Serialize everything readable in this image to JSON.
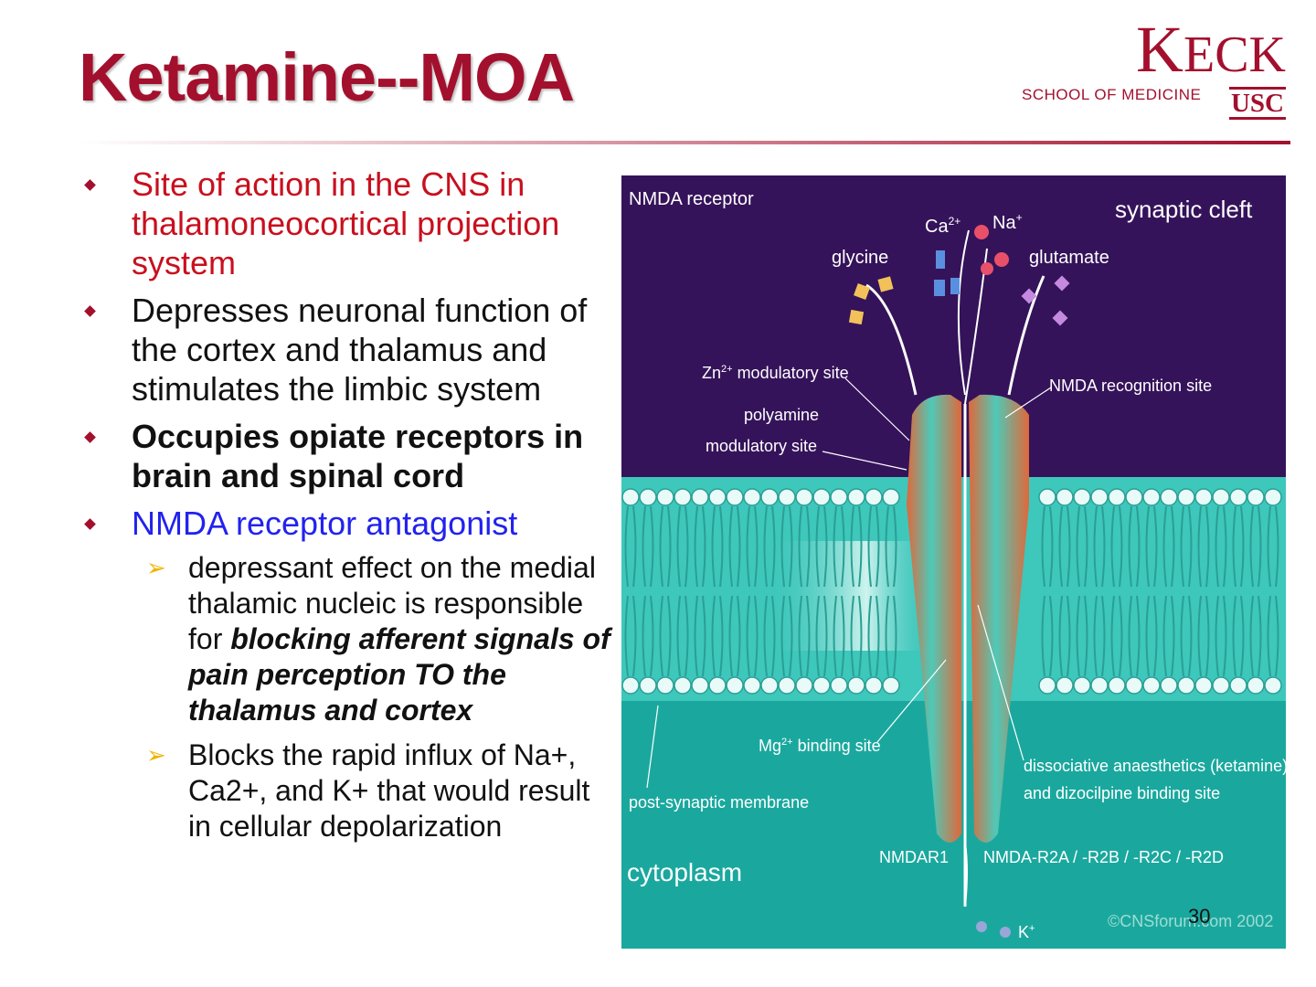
{
  "title": "Ketamine--MOA",
  "logo": {
    "name_first": "K",
    "name_rest": "ECK",
    "school": "SCHOOL OF MEDICINE",
    "usc": "USC"
  },
  "bullets": [
    {
      "text": "Site of action in the CNS in thalamoneocortical projection system",
      "color": "#c8101e"
    },
    {
      "text": "Depresses neuronal function of the cortex and thalamus and stimulates the limbic system",
      "color": "#111111"
    },
    {
      "text": "Occupies opiate receptors in brain and spinal cord",
      "color": "#111111"
    },
    {
      "text": "NMDA receptor antagonist",
      "color": "#2222ee"
    }
  ],
  "sub_bullets": {
    "first_plain": "depressant effect on the medial thalamic nucleic is responsible for ",
    "first_emphasis": "blocking afferent signals of pain perception TO the thalamus and cortex",
    "second": "Blocks the rapid influx of Na+, Ca2+, and K+ that would result in cellular depolarization"
  },
  "figure": {
    "nmda_receptor": "NMDA receptor",
    "synaptic_cleft": "synaptic cleft",
    "ca": "Ca",
    "ca_sup": "2+",
    "na": "Na",
    "na_sup": "+",
    "glycine": "glycine",
    "glutamate": "glutamate",
    "zn": "Zn",
    "zn_sup": "2+",
    "zn_rest": " modulatory site",
    "polyamine_1": "polyamine",
    "polyamine_2": "modulatory site",
    "nmda_recognition": "NMDA recognition site",
    "mg": "Mg",
    "mg_sup": "2+",
    "mg_rest": " binding site",
    "dissociative_1": "dissociative anaesthetics (ketamine)",
    "dissociative_2": "and dizocilpine binding site",
    "post_synaptic": "post-synaptic membrane",
    "cytoplasm": "cytoplasm",
    "nmdar1": "NMDAR1",
    "nmda_r2": "NMDA-R2A / -R2B / -R2C / -R2D",
    "k": "K",
    "k_sup": "+",
    "copyright": "©CNSforum.com 2002",
    "colors": {
      "cleft": "#35135a",
      "membrane": "#3ec7bb",
      "cytoplasm": "#1aa89e",
      "receptor": "#e0683a"
    }
  },
  "slide_number": "30"
}
